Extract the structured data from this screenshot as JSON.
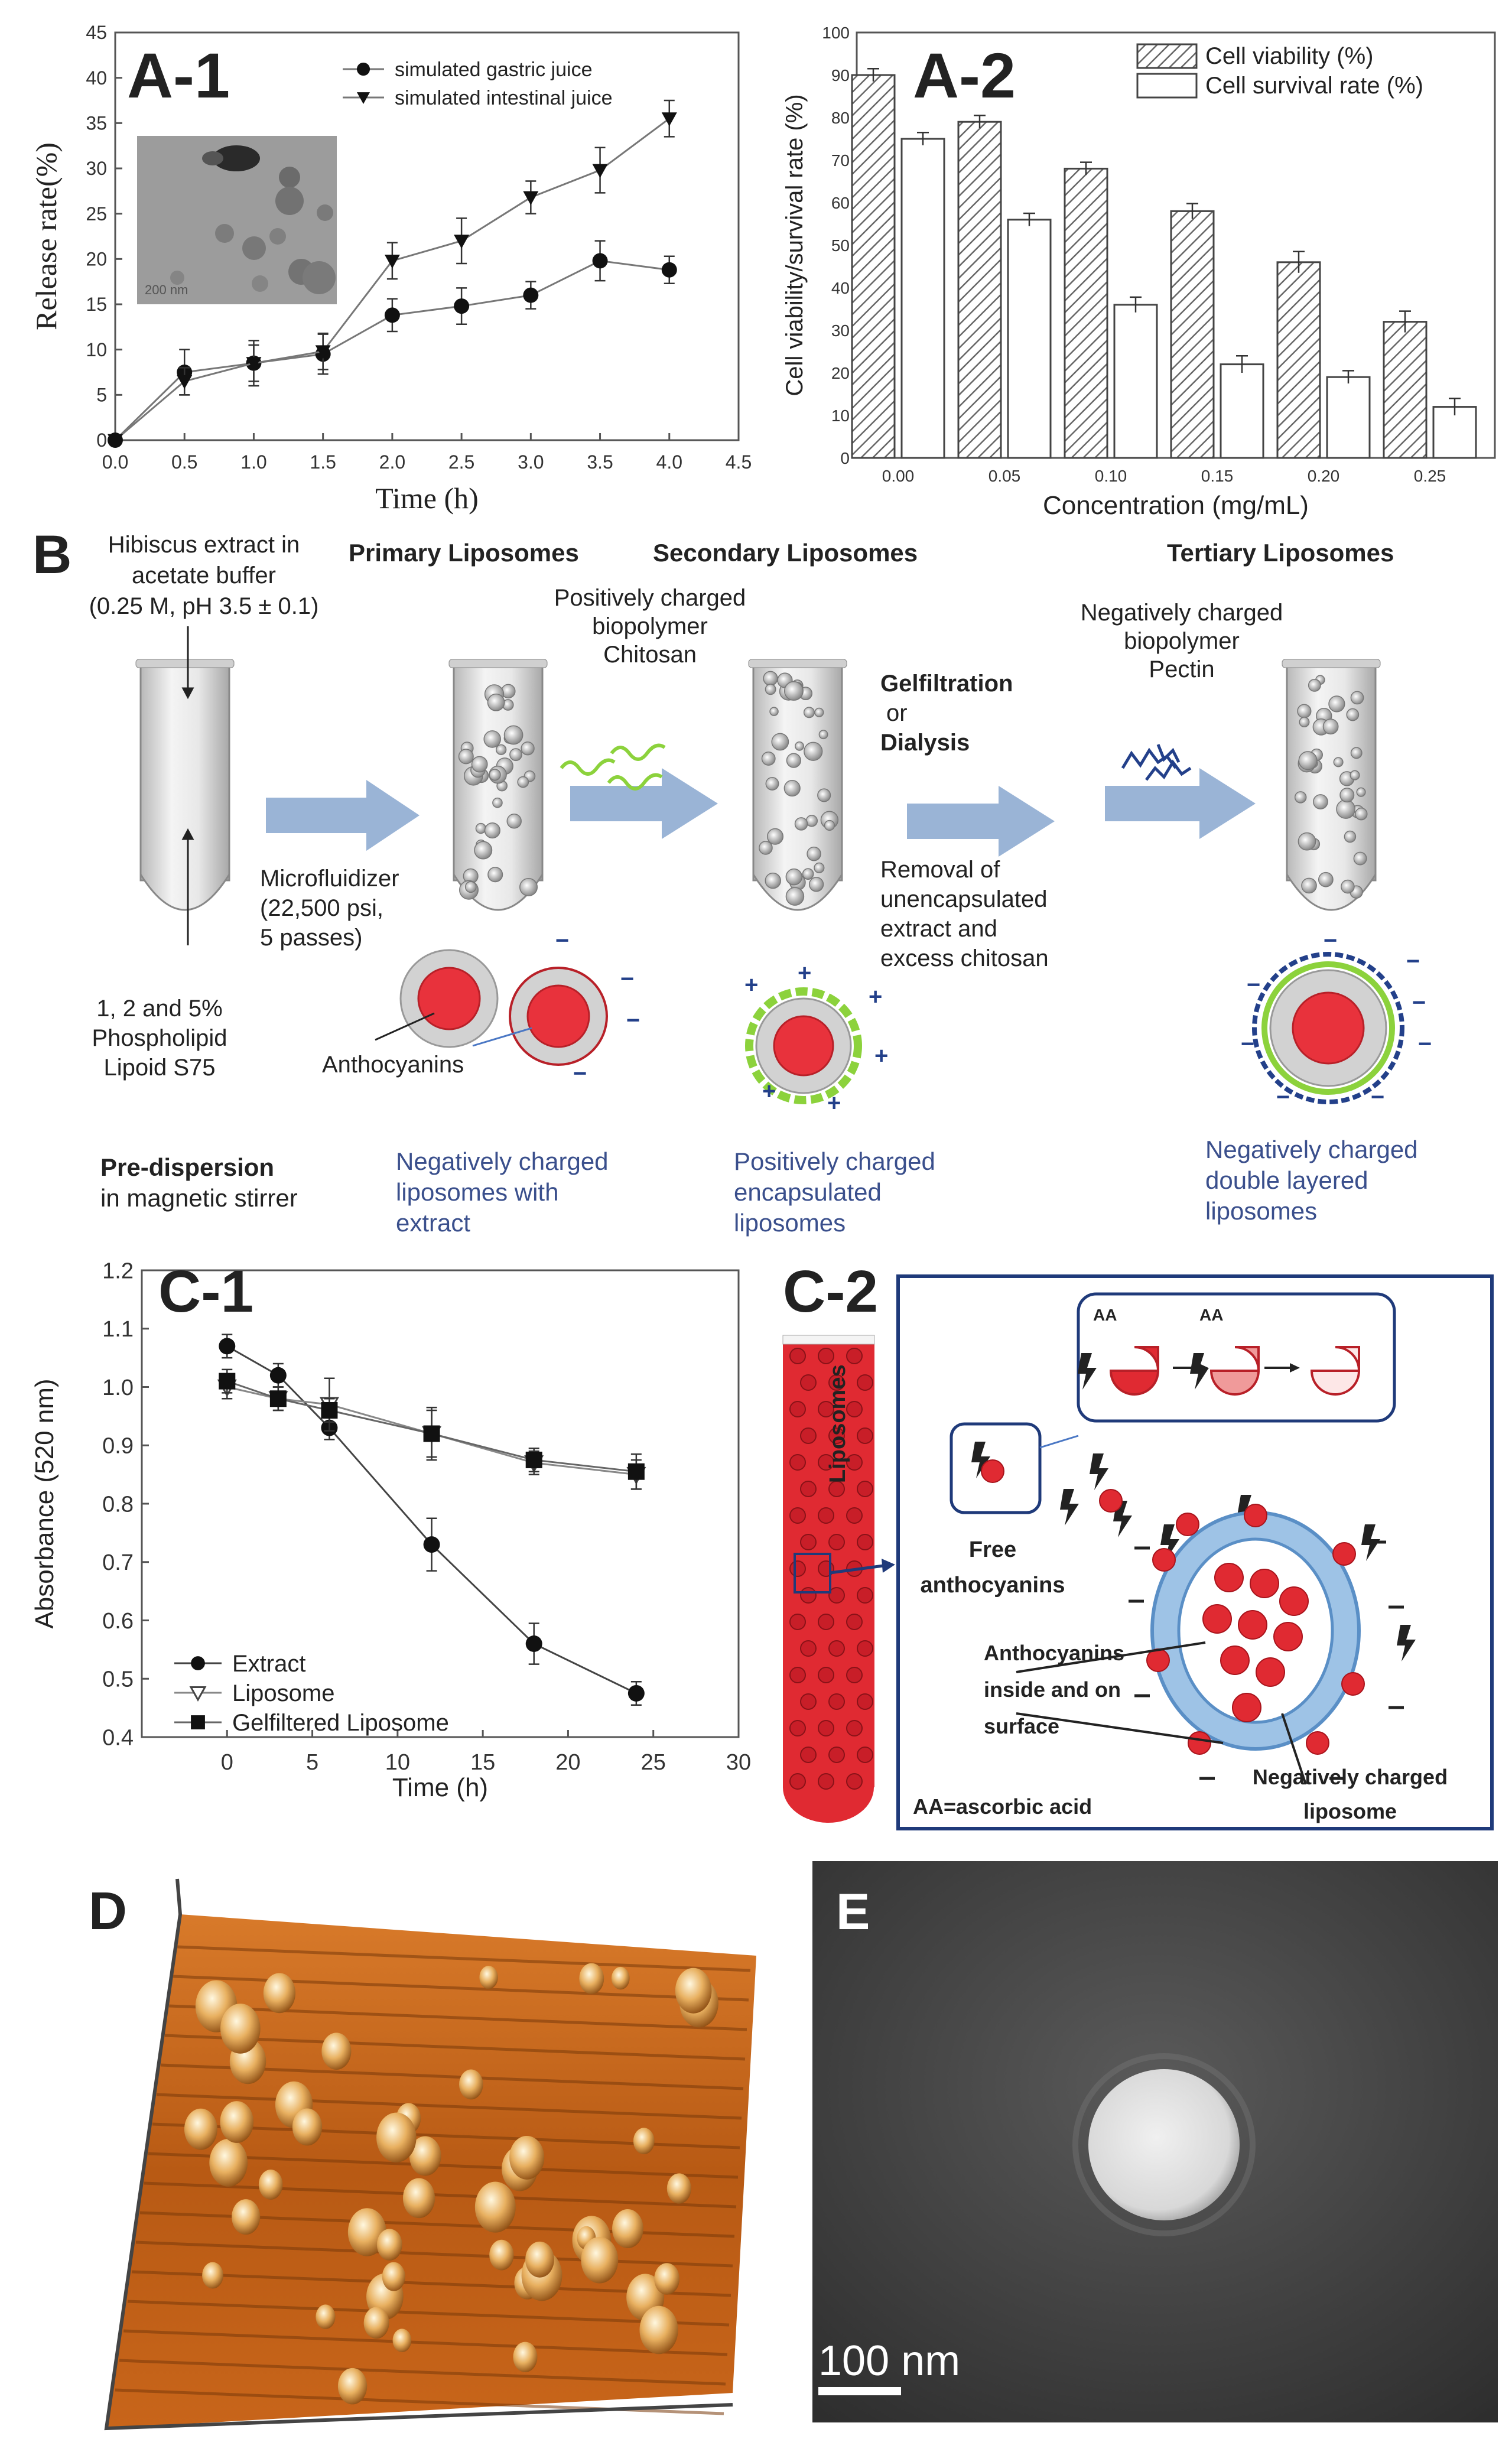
{
  "panels": {
    "a1": "A-1",
    "a2": "A-2",
    "b": "B",
    "c1": "C-1",
    "c2": "C-2",
    "d": "D",
    "e": "E"
  },
  "chart_data": [
    {
      "panel": "A-1",
      "type": "line",
      "xlabel": "Time (h)",
      "ylabel": "Release rate(%)",
      "xlim": [
        0,
        4.5
      ],
      "ylim": [
        0,
        45
      ],
      "xticks": [
        "0.0",
        "0.5",
        "1.0",
        "1.5",
        "2.0",
        "2.5",
        "3.0",
        "3.5",
        "4.0",
        "4.5"
      ],
      "yticks": [
        "0",
        "5",
        "10",
        "15",
        "20",
        "25",
        "30",
        "35",
        "40",
        "45"
      ],
      "x": [
        0,
        0.5,
        1.0,
        1.5,
        2.0,
        2.5,
        3.0,
        3.5,
        4.0
      ],
      "series": [
        {
          "name": "simulated gastric juice",
          "marker": "circle",
          "values": [
            0,
            7.5,
            8.5,
            9.5,
            13.8,
            14.8,
            16.0,
            19.8,
            18.8
          ],
          "errors": [
            0,
            2.5,
            2.5,
            2.2,
            1.8,
            2.0,
            1.5,
            2.2,
            1.5
          ]
        },
        {
          "name": "simulated intestinal juice",
          "marker": "triangle-down",
          "values": [
            0,
            6.5,
            8.5,
            9.8,
            19.8,
            22.0,
            26.8,
            29.8,
            35.5
          ],
          "errors": [
            0,
            1.5,
            2.0,
            2.0,
            2.0,
            2.5,
            1.8,
            2.5,
            2.0
          ]
        }
      ],
      "inset_scale_label": "200 nm",
      "legend": "top-right"
    },
    {
      "panel": "A-2",
      "type": "bar",
      "xlabel": "Concentration (mg/mL)",
      "ylabel": "Cell viability/survival rate (%)",
      "ylim": [
        0,
        100
      ],
      "yticks": [
        "0",
        "10",
        "20",
        "30",
        "40",
        "50",
        "60",
        "70",
        "80",
        "90",
        "100"
      ],
      "categories": [
        "0.00",
        "0.05",
        "0.10",
        "0.15",
        "0.20",
        "0.25"
      ],
      "series": [
        {
          "name": "Cell viability (%)",
          "pattern": "hatched",
          "values": [
            90,
            79,
            68,
            58,
            46,
            32
          ],
          "errors": [
            1.5,
            1.5,
            1.5,
            1.8,
            2.5,
            2.5
          ]
        },
        {
          "name": "Cell survival rate (%)",
          "pattern": "open",
          "values": [
            75,
            56,
            36,
            22,
            19,
            12
          ],
          "errors": [
            1.5,
            1.5,
            1.8,
            2.0,
            1.5,
            2.0
          ]
        }
      ],
      "legend": "top-right"
    },
    {
      "panel": "C-1",
      "type": "line",
      "xlabel": "Time (h)",
      "ylabel": "Absorbance (520 nm)",
      "xlim": [
        -5,
        30
      ],
      "ylim": [
        0.4,
        1.2
      ],
      "xticks": [
        "0",
        "5",
        "10",
        "15",
        "20",
        "25",
        "30"
      ],
      "yticks": [
        "0.4",
        "0.5",
        "0.6",
        "0.7",
        "0.8",
        "0.9",
        "1.0",
        "1.1",
        "1.2"
      ],
      "x": [
        0,
        3,
        6,
        12,
        18,
        24
      ],
      "series": [
        {
          "name": "Extract",
          "marker": "circle",
          "values": [
            1.07,
            1.02,
            0.93,
            0.73,
            0.56,
            0.475
          ],
          "errors": [
            0.02,
            0.02,
            0.02,
            0.045,
            0.035,
            0.02
          ]
        },
        {
          "name": "Liposome",
          "marker": "triangle-down-open",
          "values": [
            1.0,
            0.98,
            0.97,
            0.92,
            0.87,
            0.85
          ],
          "errors": [
            0.02,
            0.02,
            0.045,
            0.04,
            0.02,
            0.025
          ]
        },
        {
          "name": "Gelfiltered Liposome",
          "marker": "square",
          "values": [
            1.01,
            0.98,
            0.96,
            0.92,
            0.875,
            0.855
          ],
          "errors": [
            0.02,
            0.02,
            0.02,
            0.045,
            0.02,
            0.03
          ]
        }
      ],
      "legend": "bottom-left"
    }
  ],
  "diagram_b": {
    "hibiscus": "Hibiscus extract in\nacetate buffer\n(0.25 M, pH 3.5 ± 0.1)",
    "primary": "Primary Liposomes",
    "secondary": "Secondary Liposomes",
    "tertiary": "Tertiary Liposomes",
    "chitosan": "Positively charged\nbiopolymer\nChitosan",
    "pectin": "Negatively charged\nbiopolymer\nPectin",
    "gelfiltration": "Gelfiltration",
    "or": "or",
    "dialysis": "Dialysis",
    "removal": "Removal of\nunencapsulated\nextract and\nexcess chitosan",
    "microfluidizer": "Microfluidizer\n(22,500 psi,\n5 passes)",
    "phospholipid": "1, 2 and 5%\nPhospholipid\nLipoid S75",
    "anthocyanins": "Anthocyanins",
    "predispersion_bold": "Pre-dispersion",
    "predispersion_rest": "in magnetic stirrer",
    "neg_liposomes": "Negatively charged\nliposomes with\nextract",
    "pos_liposomes": "Positively charged\nencapsulated\nliposomes",
    "double_liposomes": "Negatively charged\ndouble layered\nliposomes"
  },
  "diagram_c2": {
    "tube_label": "Liposomes",
    "aa": "AA",
    "free": "Free\nanthocyanins",
    "inside": "Anthocyanins\ninside and on\nsurface",
    "neg_lipo": "Negatively charged\nliposome",
    "footnote": "AA=ascorbic acid"
  },
  "panel_e": {
    "scale_label": "100 nm"
  },
  "colors": {
    "arrow": "#9ab4d6",
    "anthocyanin": "#e8323c",
    "frame_blue": "#1f3a7a",
    "caption_blue": "#3a4f8c",
    "afm_orange": "#c8651a"
  }
}
